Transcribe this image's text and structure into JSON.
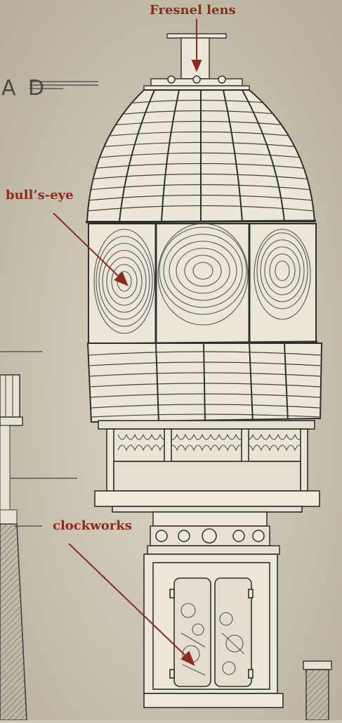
{
  "labels": {
    "fresnel": "Fresnel lens",
    "bulls_eye": "bull’s-eye",
    "clockworks": "clockworks"
  },
  "plan_letter": "A D",
  "colors": {
    "background": "#cfc8b6",
    "label_red": "#8a2b22",
    "ink": "#3a3a3a",
    "glass": "#efeadc"
  }
}
